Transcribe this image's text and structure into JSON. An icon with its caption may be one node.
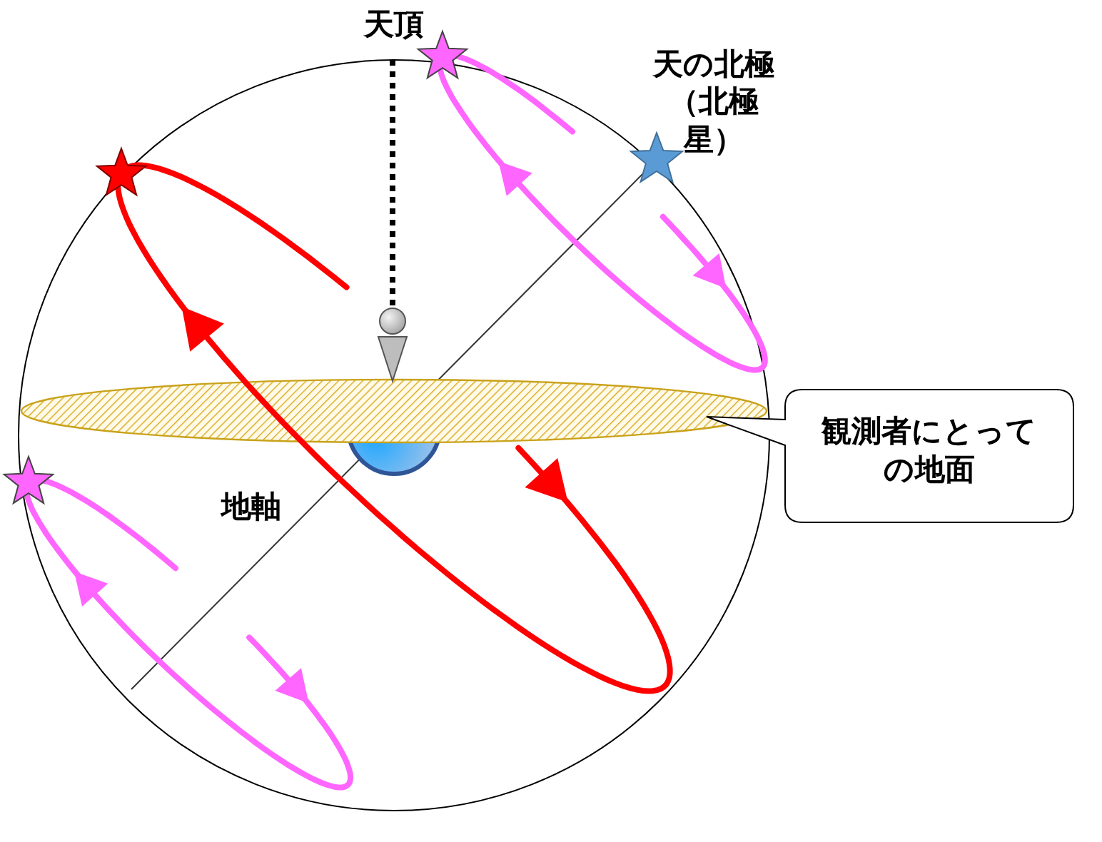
{
  "diagram": {
    "nodes": [
      {
        "text": [
          "観測者にとっての地面"
        ]
      }
    ],
    "edges": [],
    "labels": [
      "天頂",
      "天の北極（北極星）",
      "地軸"
    ]
  }
}
